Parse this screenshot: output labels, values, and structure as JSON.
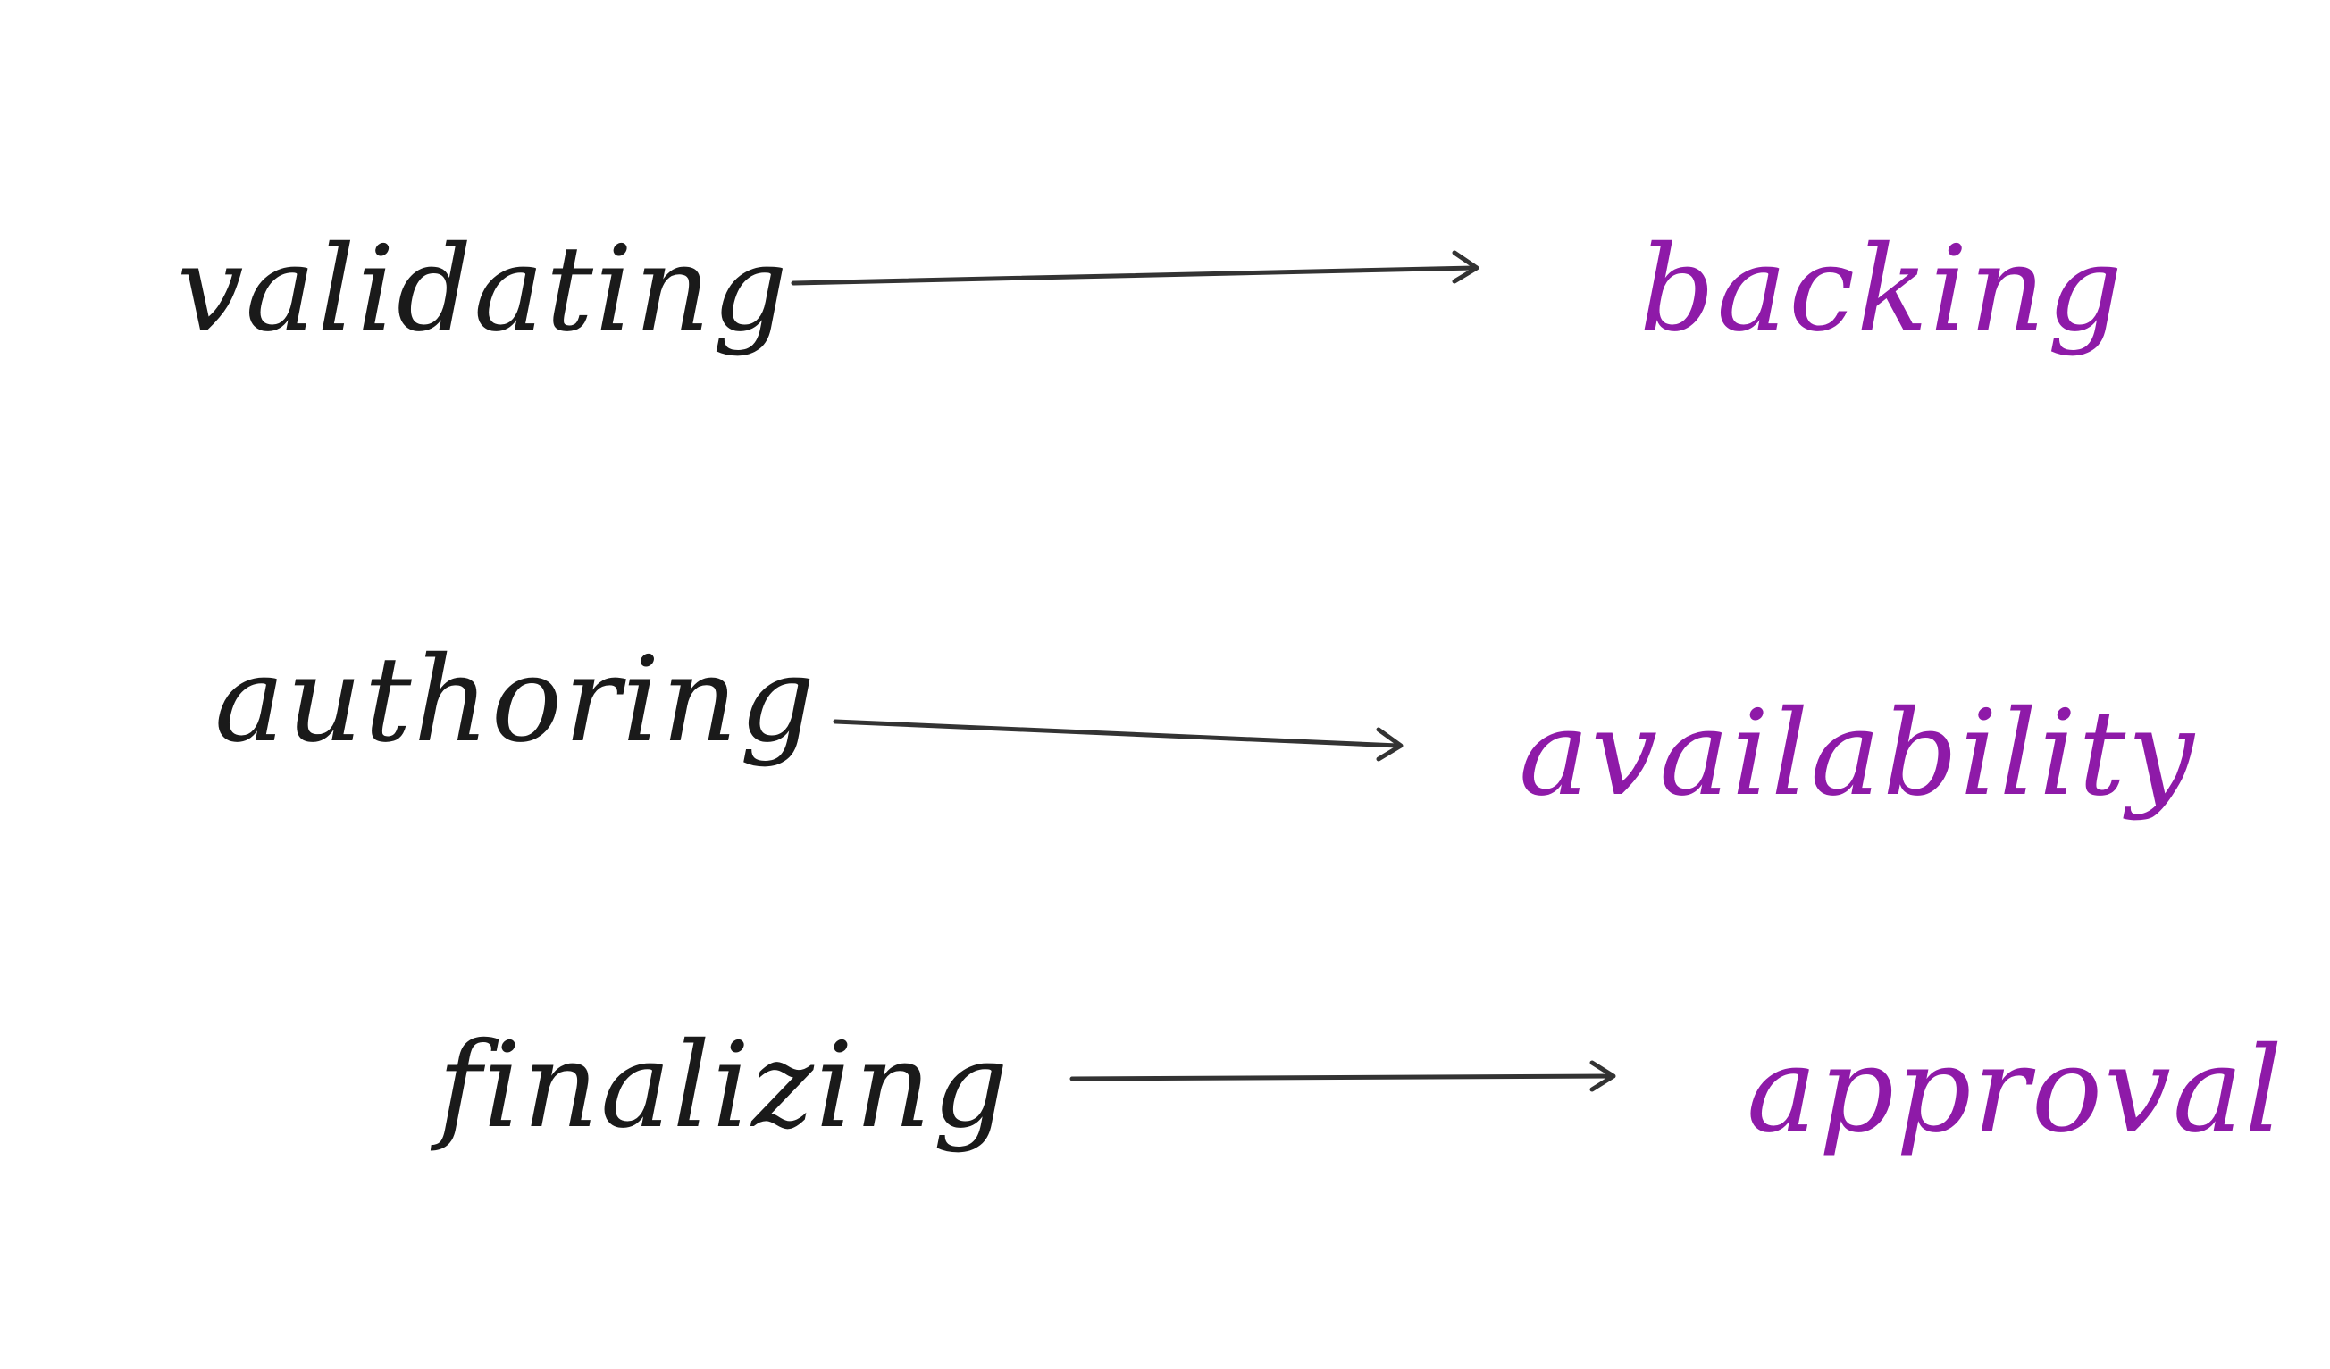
{
  "diagram": {
    "pairs": [
      {
        "source": "validating",
        "target": "backing"
      },
      {
        "source": "authoring",
        "target": "availability"
      },
      {
        "source": "finalizing",
        "target": "approval"
      }
    ]
  },
  "colors": {
    "background": "#ffffff",
    "source_text": "#1a1a1a",
    "target_text": "#8e1aa8",
    "arrow": "#333333"
  },
  "icons": {
    "connector": "arrow-right-icon"
  }
}
